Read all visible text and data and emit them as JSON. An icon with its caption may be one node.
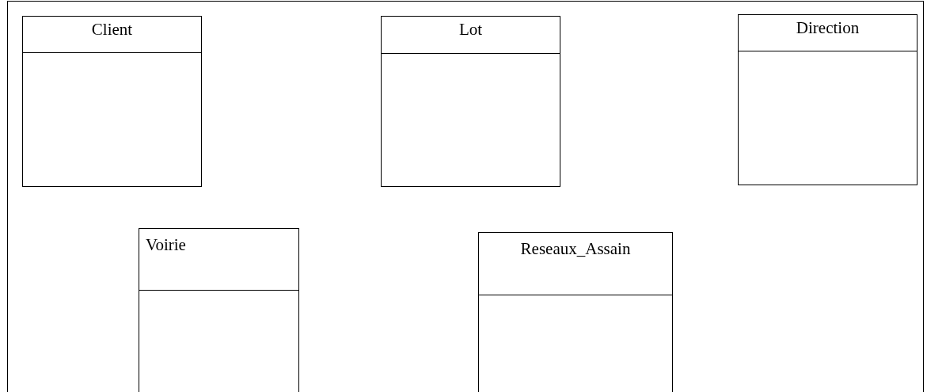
{
  "diagram": {
    "nodes": [
      {
        "text": [
          "Client"
        ]
      },
      {
        "text": [
          "Lot"
        ]
      },
      {
        "text": [
          "Direction"
        ]
      },
      {
        "text": [
          "Voirie"
        ]
      },
      {
        "text": [
          "Reseaux_Assain"
        ]
      }
    ]
  }
}
